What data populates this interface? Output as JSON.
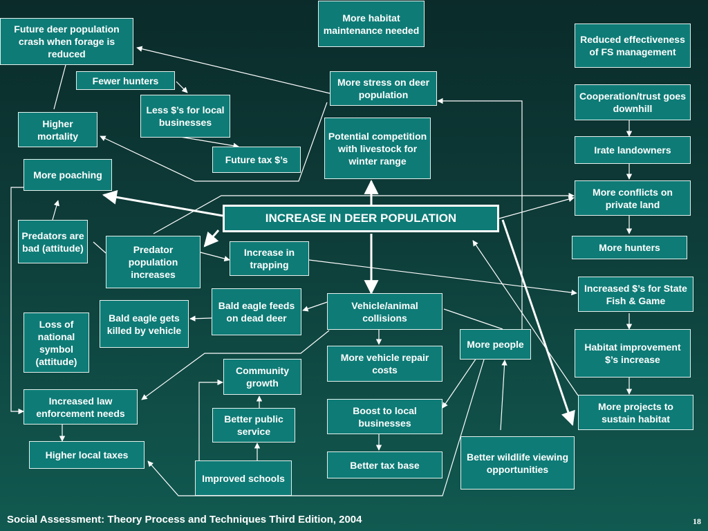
{
  "nodes": {
    "more_habitat_maintenance": "More habitat maintenance needed",
    "future_deer_crash": "Future deer population crash when forage is reduced",
    "reduced_fs_effectiveness": "Reduced effectiveness of FS management",
    "fewer_hunters": "Fewer hunters",
    "more_stress": "More stress on deer population",
    "less_dollars_local": "Less $’s for local businesses",
    "higher_mortality": "Higher mortality",
    "cooperation_trust": "Cooperation/trust goes downhill",
    "potential_competition": "Potential competition with livestock for winter range",
    "future_tax": "Future tax $’s",
    "irate_landowners": "Irate landowners",
    "more_poaching": "More poaching",
    "more_conflicts": "More conflicts on private land",
    "increase_deer": "INCREASE IN DEER POPULATION",
    "predators_bad": "Predators are bad (attitude)",
    "predator_increases": "Predator population increases",
    "increase_trapping": "Increase in trapping",
    "more_hunters": "More hunters",
    "increased_fish_game": "Increased $’s for State Fish & Game",
    "bald_eagle_feeds": "Bald eagle feeds on dead deer",
    "vehicle_collisions": "Vehicle/animal collisions",
    "bald_eagle_killed": "Bald eagle gets killed by vehicle",
    "loss_national_symbol": "Loss of national symbol (attitude)",
    "more_people": "More people",
    "habitat_improvement": "Habitat improvement $’s increase",
    "more_vehicle_repair": "More vehicle repair costs",
    "community_growth": "Community growth",
    "increased_law": "Increased law enforcement needs",
    "better_public_service": "Better public service",
    "boost_local": "Boost to local businesses",
    "more_projects": "More projects to sustain habitat",
    "higher_local_taxes": "Higher local taxes",
    "better_wildlife": "Better wildlife viewing opportunities",
    "better_tax_base": "Better tax base",
    "improved_schools": "Improved schools"
  },
  "footer": {
    "citation": "Social Assessment: Theory Process and Techniques Third Edition, 2004",
    "page_number": "18"
  },
  "colors": {
    "box_fill": "#0e7b76",
    "box_border": "#e6f2ef",
    "text": "#ffffff",
    "background_top": "#0a2b2a",
    "background_bottom": "#115a51"
  }
}
